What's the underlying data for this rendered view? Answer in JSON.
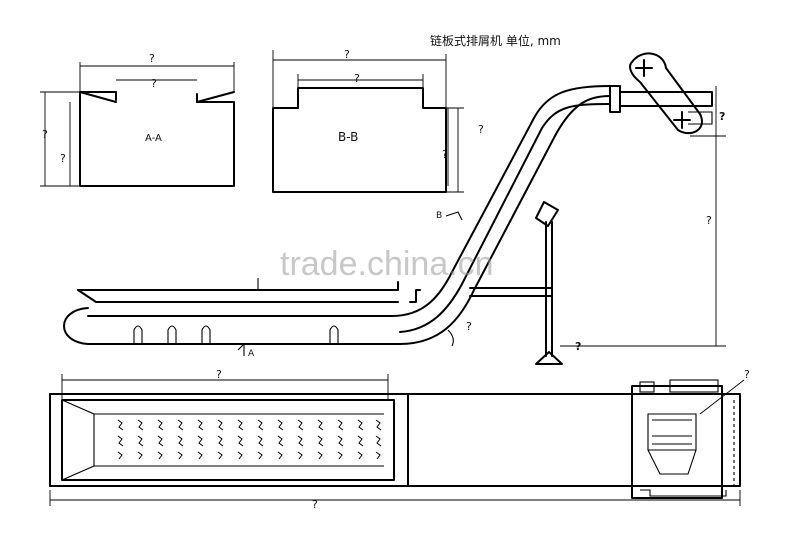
{
  "title": "链板式排屑机  单位, mm",
  "unknown_dim": "?",
  "section_aa": "A-A",
  "section_bb": "B-B",
  "section_mark_b": "B",
  "section_mark_a": "A",
  "watermark": "trade.china.cn"
}
